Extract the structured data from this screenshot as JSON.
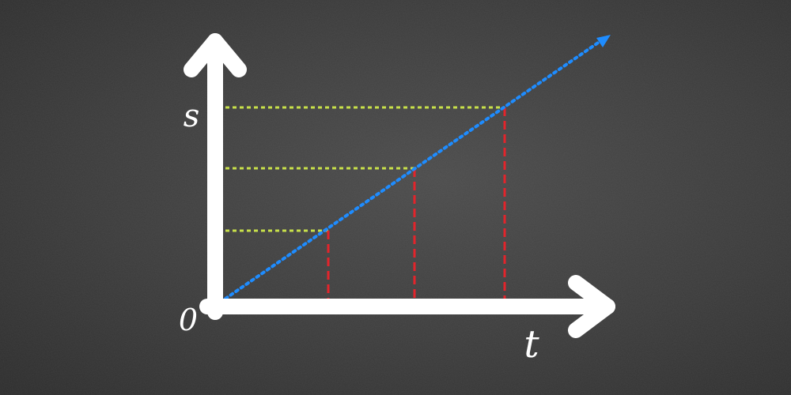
{
  "diagram": {
    "axes": {
      "y_label": "s",
      "x_label": "t",
      "origin_label": "0"
    },
    "colors": {
      "background": "#3a3a3a",
      "axes": "#ffffff",
      "line": "#1e8cff",
      "horizontal_guides": "#c8e04a",
      "vertical_guides": "#e3242b"
    },
    "line_style": "dotted-arrow",
    "guide_count": 3
  }
}
